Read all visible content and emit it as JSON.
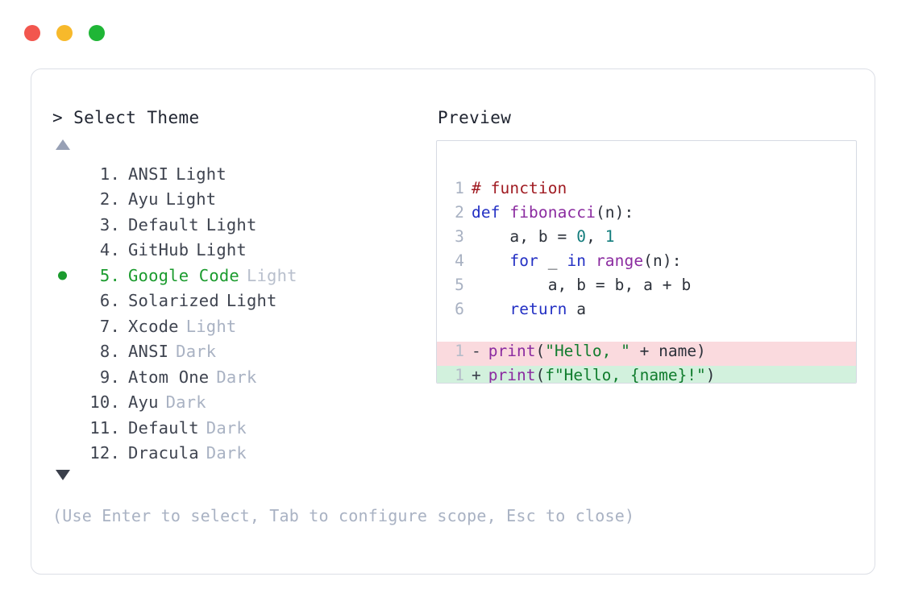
{
  "window": {
    "traffic_lights": [
      {
        "name": "close",
        "color": "#f2564e"
      },
      {
        "name": "minimize",
        "color": "#f7b92b"
      },
      {
        "name": "maximize",
        "color": "#1fb636"
      }
    ]
  },
  "selector": {
    "title": "> Select Theme",
    "scroll_up_indicator": "▲",
    "scroll_down_indicator": "▼",
    "selected_index": 5,
    "items": [
      {
        "number": "1.",
        "name": "ANSI",
        "variant": "Light",
        "variant_dim": false,
        "selected": false
      },
      {
        "number": "2.",
        "name": "Ayu",
        "variant": "Light",
        "variant_dim": false,
        "selected": false
      },
      {
        "number": "3.",
        "name": "Default",
        "variant": "Light",
        "variant_dim": false,
        "selected": false
      },
      {
        "number": "4.",
        "name": "GitHub",
        "variant": "Light",
        "variant_dim": false,
        "selected": false
      },
      {
        "number": "5.",
        "name": "Google Code",
        "variant": "Light",
        "variant_dim": true,
        "selected": true
      },
      {
        "number": "6.",
        "name": "Solarized",
        "variant": "Light",
        "variant_dim": false,
        "selected": false
      },
      {
        "number": "7.",
        "name": "Xcode",
        "variant": "Light",
        "variant_dim": true,
        "selected": false
      },
      {
        "number": "8.",
        "name": "ANSI",
        "variant": "Dark",
        "variant_dim": true,
        "selected": false
      },
      {
        "number": "9.",
        "name": "Atom One",
        "variant": "Dark",
        "variant_dim": true,
        "selected": false
      },
      {
        "number": "10.",
        "name": "Ayu",
        "variant": "Dark",
        "variant_dim": true,
        "selected": false
      },
      {
        "number": "11.",
        "name": "Default",
        "variant": "Dark",
        "variant_dim": true,
        "selected": false
      },
      {
        "number": "12.",
        "name": "Dracula",
        "variant": "Dark",
        "variant_dim": true,
        "selected": false
      }
    ]
  },
  "preview": {
    "title": "Preview",
    "code_lines": [
      {
        "ln": "1",
        "tokens": [
          {
            "t": "# function",
            "c": "comment"
          }
        ]
      },
      {
        "ln": "2",
        "tokens": [
          {
            "t": "def ",
            "c": "keyword"
          },
          {
            "t": "fibonacci",
            "c": "func"
          },
          {
            "t": "(n):",
            "c": "punct"
          }
        ]
      },
      {
        "ln": "3",
        "tokens": [
          {
            "t": "    a, b = ",
            "c": "plain"
          },
          {
            "t": "0",
            "c": "number"
          },
          {
            "t": ", ",
            "c": "plain"
          },
          {
            "t": "1",
            "c": "number"
          }
        ]
      },
      {
        "ln": "4",
        "tokens": [
          {
            "t": "    ",
            "c": "plain"
          },
          {
            "t": "for",
            "c": "keyword"
          },
          {
            "t": " _ ",
            "c": "plain"
          },
          {
            "t": "in",
            "c": "keyword"
          },
          {
            "t": " ",
            "c": "plain"
          },
          {
            "t": "range",
            "c": "builtin"
          },
          {
            "t": "(n):",
            "c": "punct"
          }
        ]
      },
      {
        "ln": "5",
        "tokens": [
          {
            "t": "        a, b = b, a + b",
            "c": "plain"
          }
        ]
      },
      {
        "ln": "6",
        "tokens": [
          {
            "t": "    ",
            "c": "plain"
          },
          {
            "t": "return",
            "c": "keyword"
          },
          {
            "t": " a",
            "c": "plain"
          }
        ]
      }
    ],
    "diff_lines": [
      {
        "ln": "1",
        "marker": "-",
        "kind": "minus",
        "tokens": [
          {
            "t": "print",
            "c": "builtin"
          },
          {
            "t": "(",
            "c": "punct"
          },
          {
            "t": "\"Hello, \"",
            "c": "string"
          },
          {
            "t": " + name)",
            "c": "plain"
          }
        ]
      },
      {
        "ln": "1",
        "marker": "+",
        "kind": "plus",
        "tokens": [
          {
            "t": "print",
            "c": "builtin"
          },
          {
            "t": "(",
            "c": "punct"
          },
          {
            "t": "f\"Hello, {name}!\"",
            "c": "string"
          },
          {
            "t": ")",
            "c": "punct"
          }
        ]
      }
    ]
  },
  "footer": {
    "hint": "(Use Enter to select, Tab to configure scope, Esc to close)"
  },
  "colors": {
    "accent_green": "#1b9b2e",
    "dim_text": "#a9b2c3",
    "body_text": "#3f4450",
    "diff_removed_bg": "#fadade",
    "diff_added_bg": "#d2f1dd",
    "border": "#dcdfe6"
  }
}
